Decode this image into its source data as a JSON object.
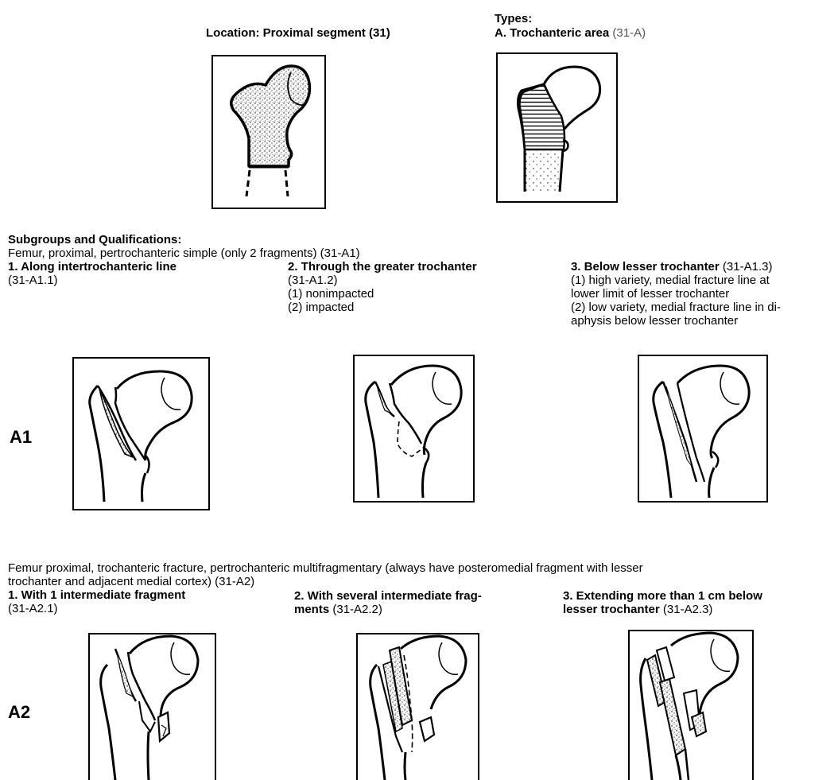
{
  "header": {
    "location": "Location: Proximal segment (31)",
    "types_label": "Types:",
    "type_a_bold": "A. Trochanteric area",
    "type_a_code": " (31-A)"
  },
  "subgroups": {
    "heading": "Subgroups and Qualifications:",
    "a1_intro": "Femur, proximal, pertrochanteric simple (only 2 fragments) (31-A1)",
    "a1_1_title": "1. Along intertrochanteric line",
    "a1_1_code": "(31-A1.1)",
    "a1_2_title": "2. Through the greater trochanter",
    "a1_2_code": "(31-A1.2)",
    "a1_2_q1": "(1) nonimpacted",
    "a1_2_q2": "(2) impacted",
    "a1_3_title": "3. Below lesser trochanter",
    "a1_3_code": " (31-A1.3)",
    "a1_3_q1a": "(1) high variety, medial fracture line at",
    "a1_3_q1b": "lower limit of lesser trochanter",
    "a1_3_q2a": "(2) low variety, medial fracture line in di-",
    "a1_3_q2b": "aphysis below lesser trochanter"
  },
  "row_labels": {
    "a1": "A1",
    "a2": "A2"
  },
  "a2": {
    "intro_line1": "Femur proximal, trochanteric fracture, pertrochanteric multifragmentary (always have posteromedial fragment with lesser",
    "intro_line2": "trochanter and adjacent medial cortex) (31-A2)",
    "a2_1_title": "1. With 1 intermediate fragment",
    "a2_1_code": "(31-A2.1)",
    "a2_2_title_a": "2. With several intermediate frag-",
    "a2_2_title_b": "ments",
    "a2_2_code": " (31-A2.2)",
    "a2_3_title_a": "3. Extending more than 1 cm below",
    "a2_3_title_b": "lesser trochanter",
    "a2_3_code": " (31-A2.3)"
  }
}
